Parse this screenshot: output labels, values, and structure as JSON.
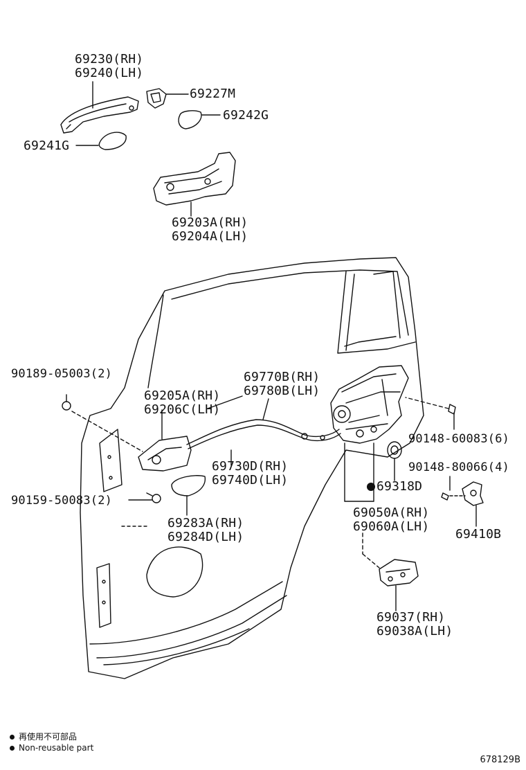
{
  "callouts": {
    "outside_handle": {
      "line1": "69230(RH)",
      "line2": "69240(LH)"
    },
    "cover_69227m": "69227M",
    "pad_69242g": "69242G",
    "pad_69241g": "69241G",
    "frame": {
      "line1": "69203A(RH)",
      "line2": "69204A(LH)"
    },
    "bolt_90189": "90189-05003(2)",
    "cable_69770": {
      "line1": "69770B(RH)",
      "line2": "69780B(LH)"
    },
    "inside_handle": {
      "line1": "69205A(RH)",
      "line2": "69206C(LH)"
    },
    "screw_90148_a": "90148-60083(6)",
    "cable_69730": {
      "line1": "69730D(RH)",
      "line2": "69740D(LH)"
    },
    "screw_90148_b": "90148-80066(4)",
    "seal_69318d": "69318D",
    "screw_90159": "90159-50083(2)",
    "lock_69050": {
      "line1": "69050A(RH)",
      "line2": "69060A(LH)"
    },
    "bezel_69283": {
      "line1": "69283A(RH)",
      "line2": "69284D(LH)"
    },
    "striker_69410b": "69410B",
    "motor_69037": {
      "line1": "69037(RH)",
      "line2": "69038A(LH)"
    }
  },
  "legend": {
    "line1": "再使用不可部品",
    "line2": "Non-reusable part"
  },
  "diagram_code": "678129B"
}
